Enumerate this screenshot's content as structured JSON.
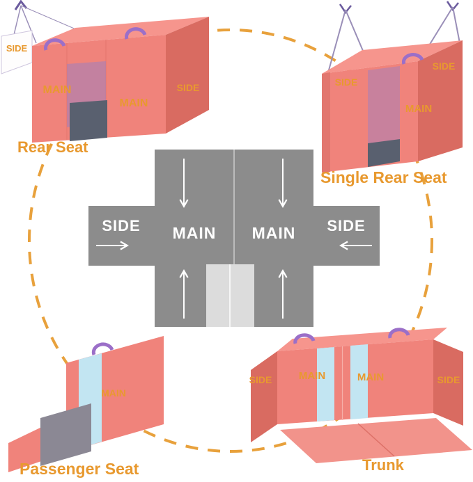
{
  "palette": {
    "accent_orange": "#E8992F",
    "dashed_circle": "#E8A13C",
    "salmon_front": "#F0837B",
    "salmon_top": "#F6958D",
    "salmon_side_dark": "#D96B61",
    "panel_gray": "#8C8C8C",
    "panel_light_gray": "#DCDCDC",
    "stripe_blue": "#C2E5F2",
    "handle_purple": "#9B6FC8",
    "mesh_purple": "#9F7FC0",
    "pocket_dark": "#59606F",
    "flap_gray": "#8B8894"
  },
  "center_diagram": {
    "main_left_label": "MAIN",
    "main_right_label": "MAIN",
    "side_left_label": "SIDE",
    "side_right_label": "SIDE"
  },
  "rear_seat": {
    "caption": "Rear Seat",
    "labels": {
      "side_left": "SIDE",
      "main_left": "MAIN",
      "main_right": "MAIN",
      "side_right": "SIDE"
    }
  },
  "single_rear_seat": {
    "caption": "Single Rear Seat",
    "labels": {
      "side_left": "SIDE",
      "main": "MAIN",
      "side_right": "SIDE"
    }
  },
  "passenger_seat": {
    "caption": "Passenger Seat",
    "labels": {
      "main": "MAIN"
    }
  },
  "trunk": {
    "caption": "Trunk",
    "labels": {
      "side_left": "SIDE",
      "main_left": "MAIN",
      "main_right": "MAIN",
      "side_right": "SIDE"
    }
  }
}
